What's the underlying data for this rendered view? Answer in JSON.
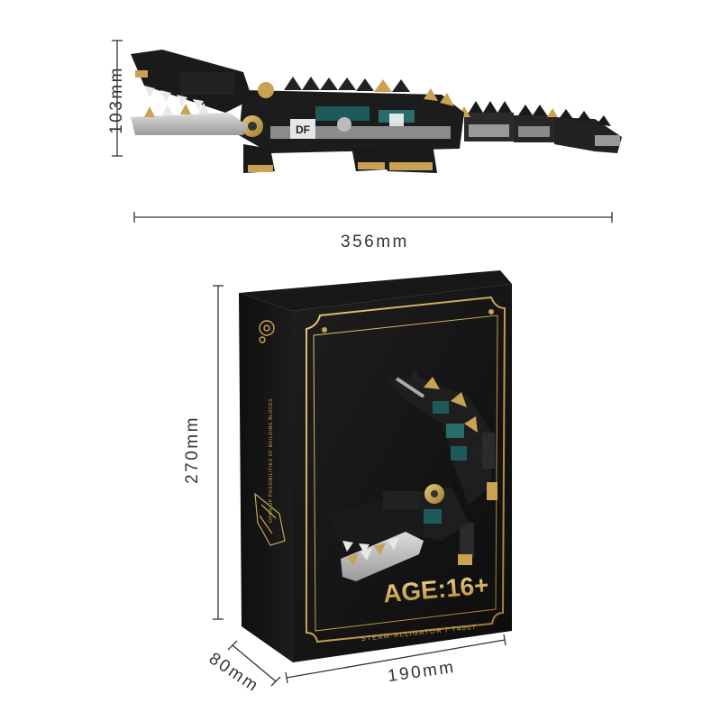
{
  "dimensions": {
    "model_height": "103mm",
    "model_length": "356mm",
    "box_height": "270mm",
    "box_depth": "80mm",
    "box_width": "190mm"
  },
  "box": {
    "age_label": "AGE:16+",
    "product_line": "STEAM·ALLIGATOR / T4007",
    "side_tagline": "OPEN UP POSSIBILITIES OF BUILDING BLOCKS"
  },
  "colors": {
    "box_black": "#141414",
    "gold": "#c9a253",
    "teal_accent": "#1f5a5a"
  }
}
